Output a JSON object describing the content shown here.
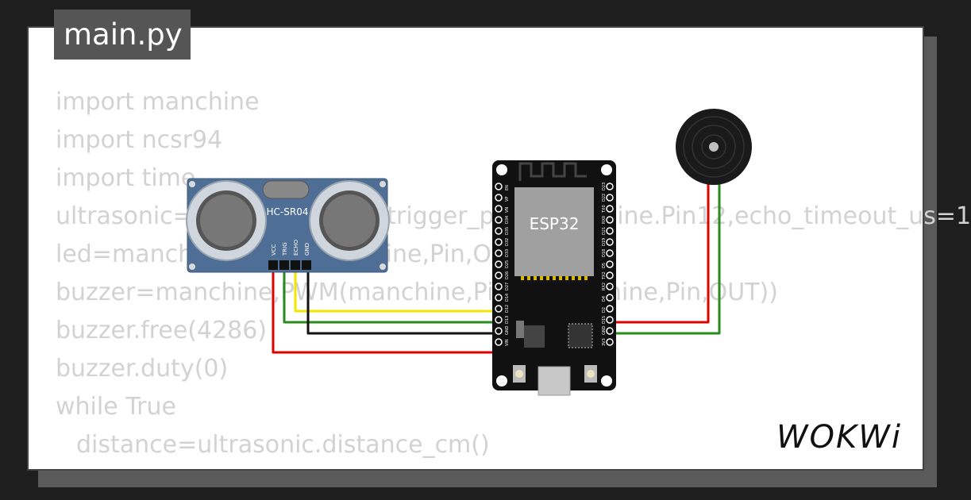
{
  "file_tab": {
    "label": "main.py"
  },
  "code_lines": [
    "import manchine",
    "import ncsr94",
    "import time",
    "ultrasonic=ncsr94.HCSR04(trigger_pin=manchine.Pin12,echo_timeout_us=1",
    "led=manchine.Pin(2,manchine,Pin,OUT)",
    "buzzer=manchine,PWM(manchine,Pin(4,manchine,Pin,OUT))",
    "buzzer.free(4286)",
    "buzzer.duty(0)",
    "while True",
    "distance=ultrasonic.distance_cm()"
  ],
  "sensor": {
    "label": "HC-SR04",
    "pins": [
      "VCC",
      "TRIG",
      "ECHO",
      "GND"
    ]
  },
  "board": {
    "chip_label": "ESP32",
    "left_pins": [
      "EN",
      "VP",
      "VN",
      "D34",
      "D35",
      "D32",
      "D33",
      "D25",
      "D26",
      "D27",
      "D14",
      "D12",
      "D13",
      "GND",
      "VIN"
    ],
    "right_pins": [
      "D23",
      "D22",
      "TX0",
      "RX0",
      "D21",
      "D19",
      "D18",
      "D5",
      "TX2",
      "RX2",
      "D4",
      "D2",
      "D15",
      "GND",
      "3V3"
    ]
  },
  "brand": {
    "text": "WOKWi"
  },
  "colors": {
    "background": "#1e1e1e",
    "card": "#ffffff",
    "tab": "#555555",
    "code_text": "#d2d2d2",
    "sensor_board": "#4e6e96",
    "board": "#111111",
    "wire_yellow": "#f2e600",
    "wire_green": "#2a8a1e",
    "wire_black": "#111111",
    "wire_red": "#e00000"
  }
}
